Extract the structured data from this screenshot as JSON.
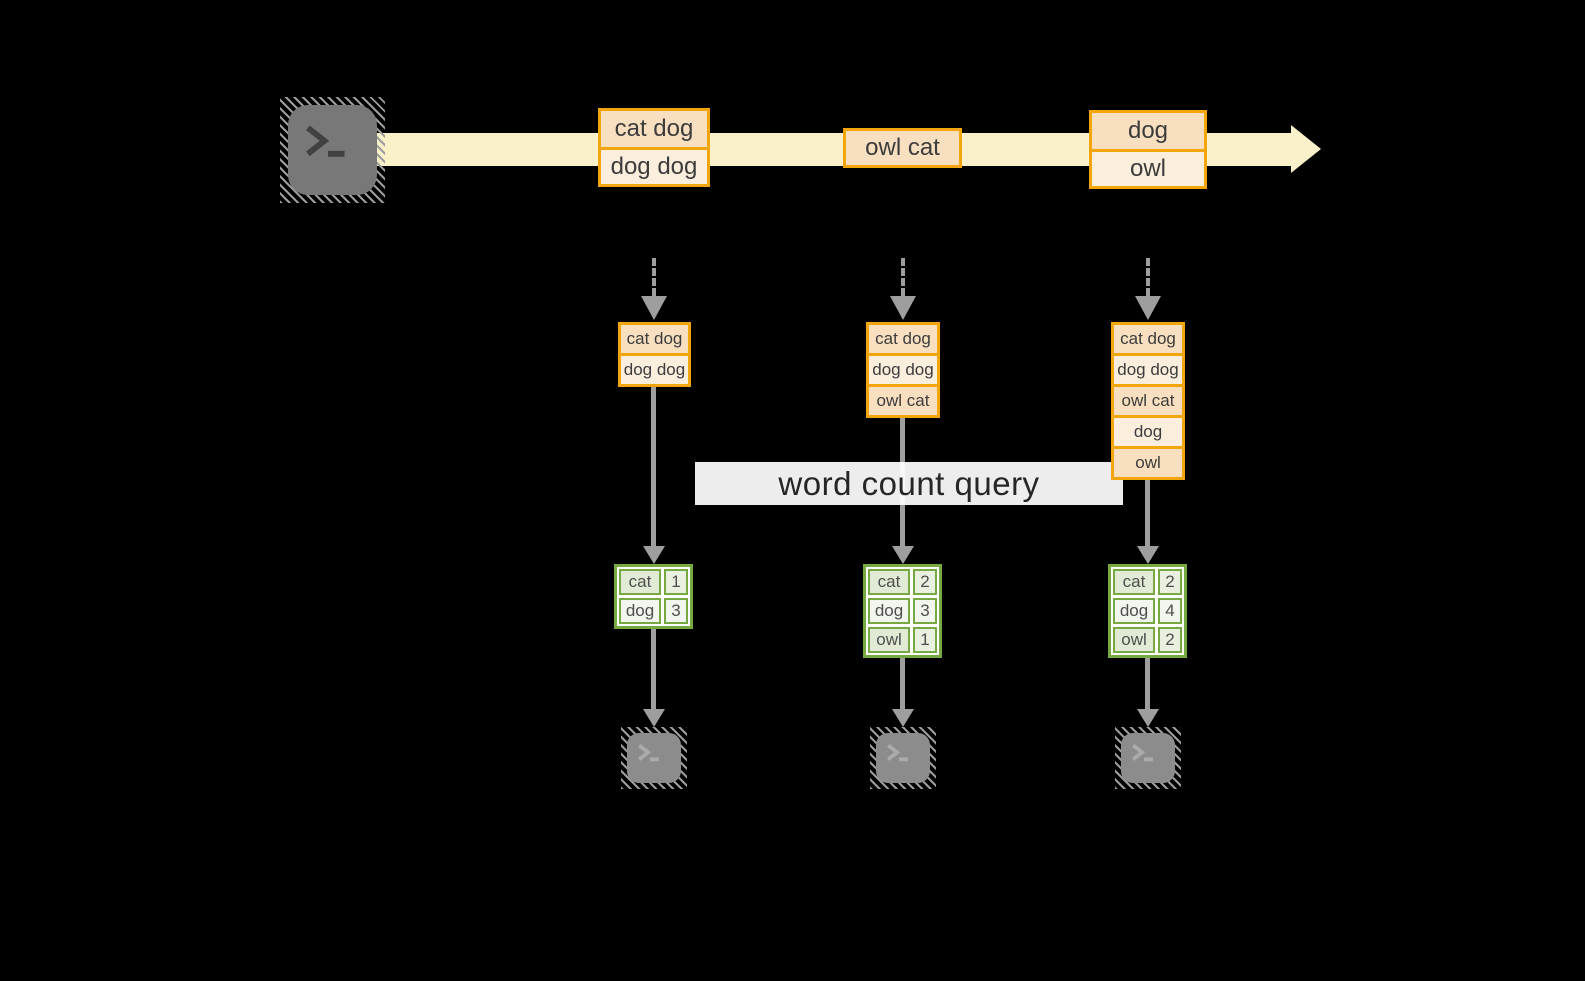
{
  "query": {
    "label": "word count query"
  },
  "stream": {
    "source_icon": "terminal-icon",
    "arrowhead_icon": "right-arrowhead-icon",
    "batches": [
      {
        "rows": [
          "cat dog",
          "dog dog"
        ]
      },
      {
        "rows": [
          "owl cat"
        ]
      },
      {
        "rows": [
          "dog",
          "owl"
        ]
      }
    ]
  },
  "states": [
    {
      "rows": [
        "cat dog",
        "dog dog"
      ]
    },
    {
      "rows": [
        "cat dog",
        "dog dog",
        "owl cat"
      ]
    },
    {
      "rows": [
        "cat dog",
        "dog dog",
        "owl cat",
        "dog",
        "owl"
      ]
    }
  ],
  "results": [
    {
      "rows": [
        {
          "word": "cat",
          "count": "1"
        },
        {
          "word": "dog",
          "count": "3"
        }
      ]
    },
    {
      "rows": [
        {
          "word": "cat",
          "count": "2"
        },
        {
          "word": "dog",
          "count": "3"
        },
        {
          "word": "owl",
          "count": "1"
        }
      ]
    },
    {
      "rows": [
        {
          "word": "cat",
          "count": "2"
        },
        {
          "word": "dog",
          "count": "4"
        },
        {
          "word": "owl",
          "count": "2"
        }
      ]
    }
  ],
  "sinks": [
    "terminal-icon",
    "terminal-icon",
    "terminal-icon"
  ],
  "colors": {
    "background": "#000000",
    "stream_band": "#FAF0CA",
    "orange_border": "#F2A60C",
    "peach_fill": "#F8DFC0",
    "cream_fill": "#FBEEDC",
    "green_border": "#76A93F",
    "sage_fill": "#E1EAD4",
    "pale_green_fill": "#F3F6EE",
    "arrow_gray": "#9E9E9E"
  }
}
